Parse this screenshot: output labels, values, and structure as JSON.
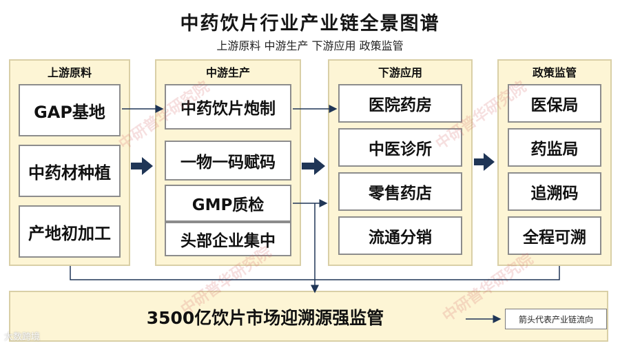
{
  "title": "中药饮片行业产业链全景图谱",
  "subtitle": "上游原料 中游生产 下游应用 政策监管",
  "upstream": {
    "label": "上游原料",
    "items": [
      "GAP基地",
      "中药材种植",
      "产地初加工"
    ]
  },
  "midstream": {
    "label": "中游生产",
    "items": [
      "中药饮片炮制",
      "一物一码赋码",
      "GMP质检",
      "头部企业集中"
    ]
  },
  "downstream": {
    "label": "下游应用",
    "items": [
      "医院药房",
      "中医诊所",
      "零售药店",
      "流通分销"
    ]
  },
  "policy": {
    "label": "政策监管",
    "items": [
      "医保局",
      "药监局",
      "追溯码",
      "全程可溯"
    ]
  },
  "bottom_text": "3500亿饮片市场迎溯源强监管",
  "legend": "箭头代表产业链流向",
  "watermark": "中研普华研究院",
  "watermark_url": "www.chinairn.com",
  "corner_logo": "大数跨境",
  "colors": {
    "panel_fill": "#fdf5d5",
    "panel_border": "#d9cfa6",
    "arrow": "#1f3556"
  }
}
